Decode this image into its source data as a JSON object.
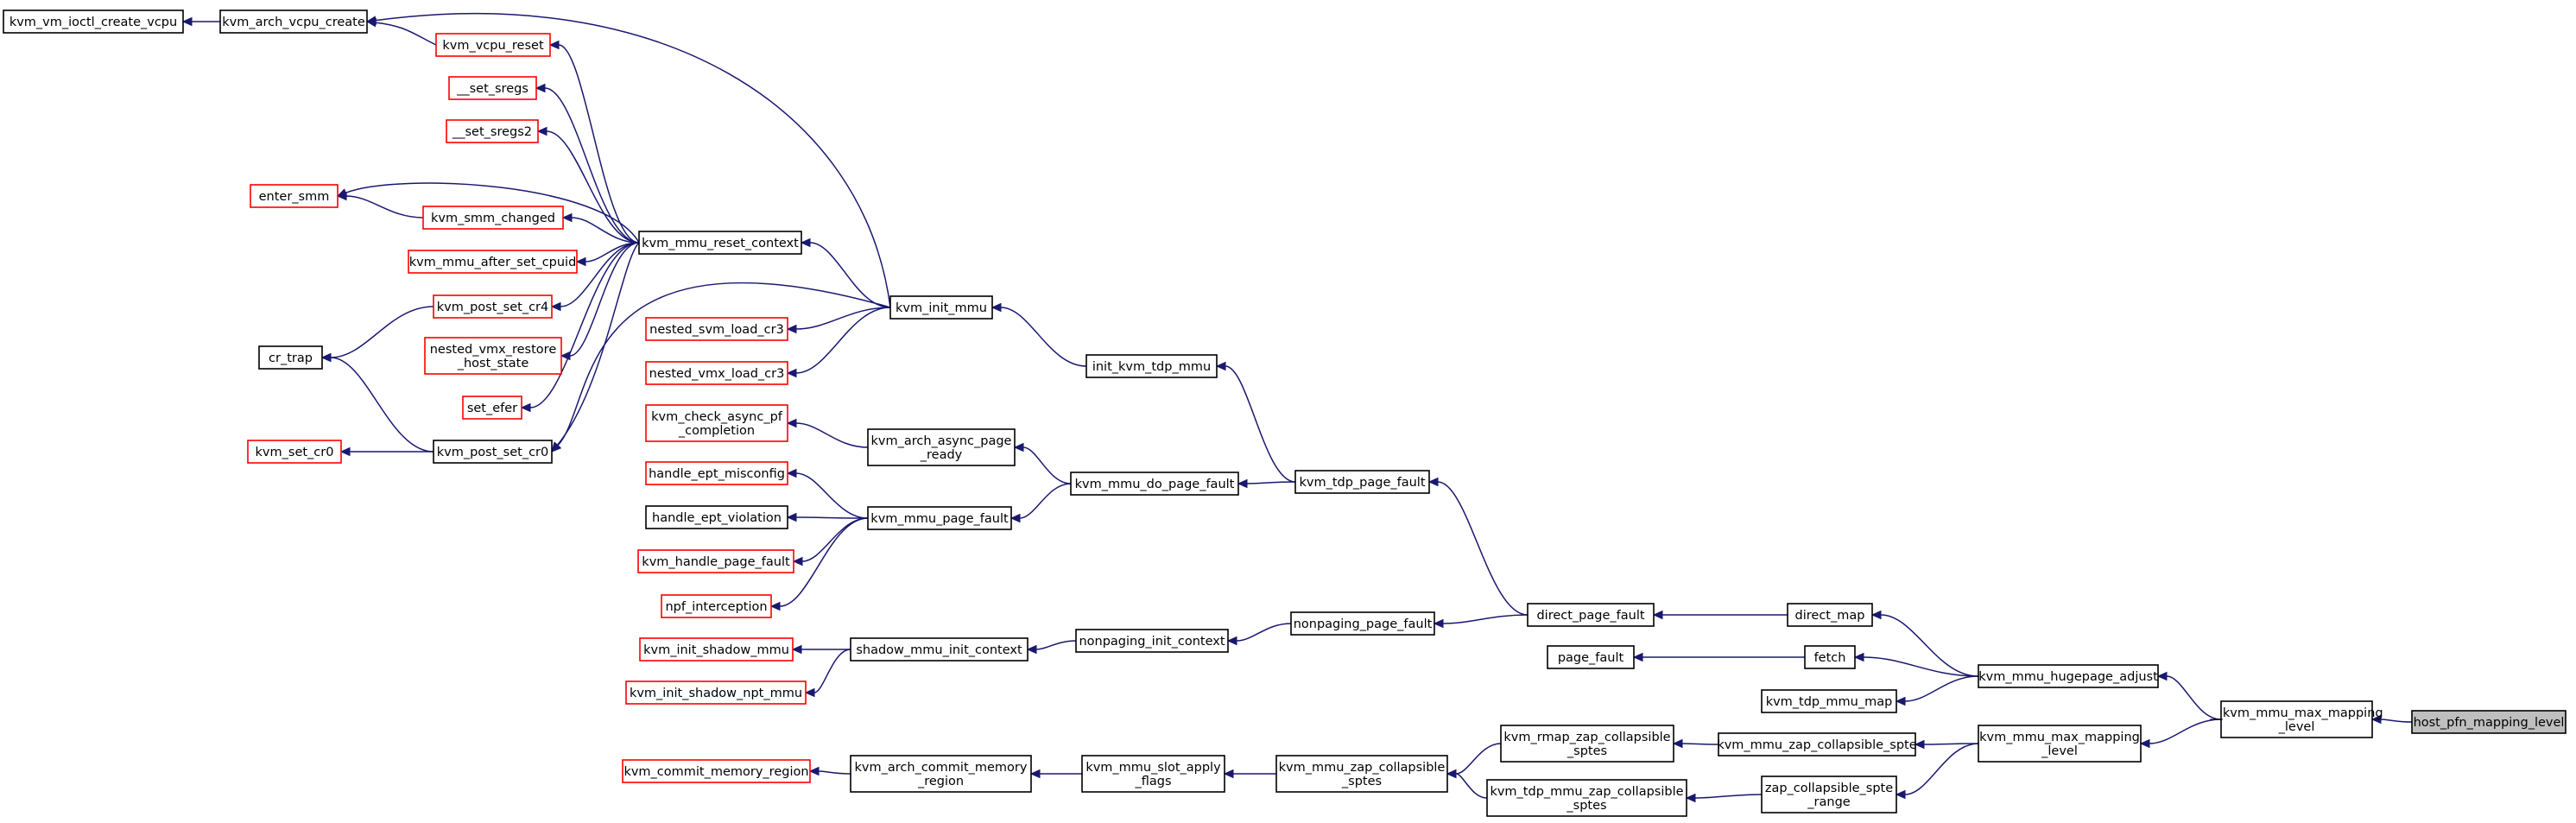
{
  "graph": {
    "colors": {
      "edge": "#191970",
      "normal_border": "#000000",
      "external_border": "#ff0000",
      "root_fill": "#bfbfbf",
      "node_fill": "#ffffff"
    },
    "nodes": [
      {
        "id": "root",
        "lines": [
          "host_pfn_mapping_level"
        ],
        "kind": "root"
      },
      {
        "id": "kmmml",
        "lines": [
          "__kvm_mmu_max_mapping",
          "_level"
        ],
        "kind": "normal"
      },
      {
        "id": "hugepage",
        "lines": [
          "kvm_mmu_hugepage_adjust"
        ],
        "kind": "normal"
      },
      {
        "id": "mmlevel",
        "lines": [
          "kvm_mmu_max_mapping",
          "_level"
        ],
        "kind": "normal"
      },
      {
        "id": "direct_map",
        "lines": [
          "direct_map"
        ],
        "kind": "normal"
      },
      {
        "id": "fetch",
        "lines": [
          "fetch"
        ],
        "kind": "normal"
      },
      {
        "id": "tdp_map",
        "lines": [
          "kvm_tdp_mmu_map"
        ],
        "kind": "normal"
      },
      {
        "id": "zcs",
        "lines": [
          "kvm_mmu_zap_collapsible_spte"
        ],
        "kind": "normal"
      },
      {
        "id": "zcsr",
        "lines": [
          "zap_collapsible_spte",
          "_range"
        ],
        "kind": "normal"
      },
      {
        "id": "direct_pf",
        "lines": [
          "direct_page_fault"
        ],
        "kind": "normal"
      },
      {
        "id": "page_fault",
        "lines": [
          "page_fault"
        ],
        "kind": "normal"
      },
      {
        "id": "rmap_zcs",
        "lines": [
          "kvm_rmap_zap_collapsible",
          "_sptes"
        ],
        "kind": "normal"
      },
      {
        "id": "tdp_zcs",
        "lines": [
          "kvm_tdp_mmu_zap_collapsible",
          "_sptes"
        ],
        "kind": "normal"
      },
      {
        "id": "tdp_pf",
        "lines": [
          "kvm_tdp_page_fault"
        ],
        "kind": "normal"
      },
      {
        "id": "nonpaging_pf",
        "lines": [
          "nonpaging_page_fault"
        ],
        "kind": "normal"
      },
      {
        "id": "mmu_zcs",
        "lines": [
          "kvm_mmu_zap_collapsible",
          "_sptes"
        ],
        "kind": "normal"
      },
      {
        "id": "init_tdp",
        "lines": [
          "init_kvm_tdp_mmu"
        ],
        "kind": "normal"
      },
      {
        "id": "do_pf",
        "lines": [
          "kvm_mmu_do_page_fault"
        ],
        "kind": "normal"
      },
      {
        "id": "nonpaging_init",
        "lines": [
          "nonpaging_init_context"
        ],
        "kind": "normal"
      },
      {
        "id": "slot_apply",
        "lines": [
          "kvm_mmu_slot_apply",
          "_flags"
        ],
        "kind": "normal"
      },
      {
        "id": "init_mmu",
        "lines": [
          "kvm_init_mmu"
        ],
        "kind": "normal"
      },
      {
        "id": "async_ready",
        "lines": [
          "kvm_arch_async_page",
          "_ready"
        ],
        "kind": "normal"
      },
      {
        "id": "mmu_pf",
        "lines": [
          "kvm_mmu_page_fault"
        ],
        "kind": "normal"
      },
      {
        "id": "shadow_init",
        "lines": [
          "shadow_mmu_init_context"
        ],
        "kind": "normal"
      },
      {
        "id": "commit_mem",
        "lines": [
          "kvm_arch_commit_memory",
          "_region"
        ],
        "kind": "normal"
      },
      {
        "id": "reset_ctx",
        "lines": [
          "kvm_mmu_reset_context"
        ],
        "kind": "normal"
      },
      {
        "id": "vcpu_create",
        "lines": [
          "kvm_arch_vcpu_create"
        ],
        "kind": "normal"
      },
      {
        "id": "svm_cr3",
        "lines": [
          "nested_svm_load_cr3"
        ],
        "kind": "external"
      },
      {
        "id": "vmx_cr3",
        "lines": [
          "nested_vmx_load_cr3"
        ],
        "kind": "external"
      },
      {
        "id": "check_async",
        "lines": [
          "kvm_check_async_pf",
          "_completion"
        ],
        "kind": "external"
      },
      {
        "id": "ept_misconfig",
        "lines": [
          "handle_ept_misconfig"
        ],
        "kind": "external"
      },
      {
        "id": "ept_violation",
        "lines": [
          "handle_ept_violation"
        ],
        "kind": "normal"
      },
      {
        "id": "handle_pf",
        "lines": [
          "kvm_handle_page_fault"
        ],
        "kind": "external"
      },
      {
        "id": "npf",
        "lines": [
          "npf_interception"
        ],
        "kind": "external"
      },
      {
        "id": "init_shadow",
        "lines": [
          "kvm_init_shadow_mmu"
        ],
        "kind": "external"
      },
      {
        "id": "init_shadow_npt",
        "lines": [
          "kvm_init_shadow_npt_mmu"
        ],
        "kind": "external"
      },
      {
        "id": "commit_region",
        "lines": [
          "kvm_commit_memory_region"
        ],
        "kind": "external"
      },
      {
        "id": "vcpu_reset",
        "lines": [
          "kvm_vcpu_reset"
        ],
        "kind": "external"
      },
      {
        "id": "set_sregs",
        "lines": [
          "__set_sregs"
        ],
        "kind": "external"
      },
      {
        "id": "set_sregs2",
        "lines": [
          "__set_sregs2"
        ],
        "kind": "external"
      },
      {
        "id": "smm_changed",
        "lines": [
          "kvm_smm_changed"
        ],
        "kind": "external"
      },
      {
        "id": "after_cpuid",
        "lines": [
          "kvm_mmu_after_set_cpuid"
        ],
        "kind": "external"
      },
      {
        "id": "post_cr4",
        "lines": [
          "kvm_post_set_cr4"
        ],
        "kind": "external"
      },
      {
        "id": "vmx_restore",
        "lines": [
          "nested_vmx_restore",
          "_host_state"
        ],
        "kind": "external"
      },
      {
        "id": "set_efer",
        "lines": [
          "set_efer"
        ],
        "kind": "external"
      },
      {
        "id": "post_cr0",
        "lines": [
          "kvm_post_set_cr0"
        ],
        "kind": "normal"
      },
      {
        "id": "ioctl_vcpu",
        "lines": [
          "kvm_vm_ioctl_create_vcpu"
        ],
        "kind": "normal"
      },
      {
        "id": "enter_smm",
        "lines": [
          "enter_smm"
        ],
        "kind": "external"
      },
      {
        "id": "cr_trap",
        "lines": [
          "cr_trap"
        ],
        "kind": "normal"
      },
      {
        "id": "set_cr0",
        "lines": [
          "kvm_set_cr0"
        ],
        "kind": "external"
      }
    ],
    "edges": [
      {
        "from": "kmmml",
        "to": "root"
      },
      {
        "from": "hugepage",
        "to": "kmmml"
      },
      {
        "from": "mmlevel",
        "to": "kmmml"
      },
      {
        "from": "direct_map",
        "to": "hugepage"
      },
      {
        "from": "fetch",
        "to": "hugepage"
      },
      {
        "from": "tdp_map",
        "to": "hugepage"
      },
      {
        "from": "zcs",
        "to": "mmlevel"
      },
      {
        "from": "zcsr",
        "to": "mmlevel"
      },
      {
        "from": "direct_pf",
        "to": "direct_map"
      },
      {
        "from": "page_fault",
        "to": "fetch"
      },
      {
        "from": "rmap_zcs",
        "to": "zcs"
      },
      {
        "from": "tdp_zcs",
        "to": "zcsr"
      },
      {
        "from": "tdp_pf",
        "to": "direct_pf"
      },
      {
        "from": "nonpaging_pf",
        "to": "direct_pf"
      },
      {
        "from": "mmu_zcs",
        "to": "rmap_zcs"
      },
      {
        "from": "mmu_zcs",
        "to": "tdp_zcs"
      },
      {
        "from": "init_tdp",
        "to": "tdp_pf"
      },
      {
        "from": "do_pf",
        "to": "tdp_pf"
      },
      {
        "from": "nonpaging_init",
        "to": "nonpaging_pf"
      },
      {
        "from": "slot_apply",
        "to": "mmu_zcs"
      },
      {
        "from": "init_mmu",
        "to": "init_tdp"
      },
      {
        "from": "async_ready",
        "to": "do_pf"
      },
      {
        "from": "mmu_pf",
        "to": "do_pf"
      },
      {
        "from": "shadow_init",
        "to": "nonpaging_init"
      },
      {
        "from": "commit_mem",
        "to": "slot_apply"
      },
      {
        "from": "reset_ctx",
        "to": "init_mmu"
      },
      {
        "from": "vcpu_create",
        "to": "init_mmu"
      },
      {
        "from": "svm_cr3",
        "to": "init_mmu"
      },
      {
        "from": "vmx_cr3",
        "to": "init_mmu"
      },
      {
        "from": "post_cr0",
        "to": "init_mmu"
      },
      {
        "from": "check_async",
        "to": "async_ready"
      },
      {
        "from": "ept_misconfig",
        "to": "mmu_pf"
      },
      {
        "from": "ept_violation",
        "to": "mmu_pf"
      },
      {
        "from": "handle_pf",
        "to": "mmu_pf"
      },
      {
        "from": "npf",
        "to": "mmu_pf"
      },
      {
        "from": "init_shadow",
        "to": "shadow_init"
      },
      {
        "from": "init_shadow_npt",
        "to": "shadow_init"
      },
      {
        "from": "commit_region",
        "to": "commit_mem"
      },
      {
        "from": "vcpu_reset",
        "to": "reset_ctx"
      },
      {
        "from": "set_sregs",
        "to": "reset_ctx"
      },
      {
        "from": "set_sregs2",
        "to": "reset_ctx"
      },
      {
        "from": "smm_changed",
        "to": "reset_ctx"
      },
      {
        "from": "after_cpuid",
        "to": "reset_ctx"
      },
      {
        "from": "post_cr4",
        "to": "reset_ctx"
      },
      {
        "from": "vmx_restore",
        "to": "reset_ctx"
      },
      {
        "from": "set_efer",
        "to": "reset_ctx"
      },
      {
        "from": "post_cr0",
        "to": "reset_ctx"
      },
      {
        "from": "enter_smm",
        "to": "reset_ctx"
      },
      {
        "from": "ioctl_vcpu",
        "to": "vcpu_create"
      },
      {
        "from": "vcpu_create",
        "to": "vcpu_reset"
      },
      {
        "from": "enter_smm",
        "to": "smm_changed"
      },
      {
        "from": "cr_trap",
        "to": "post_cr4"
      },
      {
        "from": "cr_trap",
        "to": "post_cr0"
      },
      {
        "from": "set_cr0",
        "to": "post_cr0"
      }
    ]
  }
}
